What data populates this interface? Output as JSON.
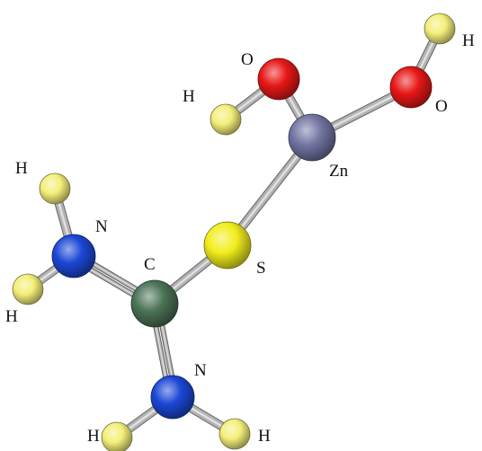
{
  "diagram": {
    "kind": "ball-and-stick molecular model",
    "colors": {
      "hydrogen": "#f4ef7a",
      "oxygen": "#e81717",
      "zinc": "#7375a3",
      "sulfur": "#f2ee1d",
      "nitrogen": "#1c47d6",
      "carbon": "#4b7356",
      "bond": "#b3b3b3"
    },
    "atoms": [
      {
        "id": "zn",
        "element": "zinc",
        "label": "Zn"
      },
      {
        "id": "o1",
        "element": "oxygen",
        "label": "O"
      },
      {
        "id": "o2",
        "element": "oxygen",
        "label": "O"
      },
      {
        "id": "h_o1",
        "element": "hydrogen",
        "label": "H"
      },
      {
        "id": "h_o2",
        "element": "hydrogen",
        "label": "H"
      },
      {
        "id": "s",
        "element": "sulfur",
        "label": "S"
      },
      {
        "id": "c",
        "element": "carbon",
        "label": "C"
      },
      {
        "id": "n1",
        "element": "nitrogen",
        "label": "N"
      },
      {
        "id": "n2",
        "element": "nitrogen",
        "label": "N"
      },
      {
        "id": "h_n1a",
        "element": "hydrogen",
        "label": "H"
      },
      {
        "id": "h_n1b",
        "element": "hydrogen",
        "label": "H"
      },
      {
        "id": "h_n2a",
        "element": "hydrogen",
        "label": "H"
      },
      {
        "id": "h_n2b",
        "element": "hydrogen",
        "label": "H"
      }
    ],
    "bonds": [
      {
        "from": "zn",
        "to": "o1",
        "order": 1
      },
      {
        "from": "zn",
        "to": "o2",
        "order": 1
      },
      {
        "from": "o1",
        "to": "h_o1",
        "order": 1
      },
      {
        "from": "o2",
        "to": "h_o2",
        "order": 1
      },
      {
        "from": "zn",
        "to": "s",
        "order": 1
      },
      {
        "from": "s",
        "to": "c",
        "order": 1
      },
      {
        "from": "c",
        "to": "n1",
        "order": 2
      },
      {
        "from": "c",
        "to": "n2",
        "order": 2
      },
      {
        "from": "n1",
        "to": "h_n1a",
        "order": 1
      },
      {
        "from": "n1",
        "to": "h_n1b",
        "order": 1
      },
      {
        "from": "n2",
        "to": "h_n2a",
        "order": 1
      },
      {
        "from": "n2",
        "to": "h_n2b",
        "order": 1
      }
    ]
  }
}
